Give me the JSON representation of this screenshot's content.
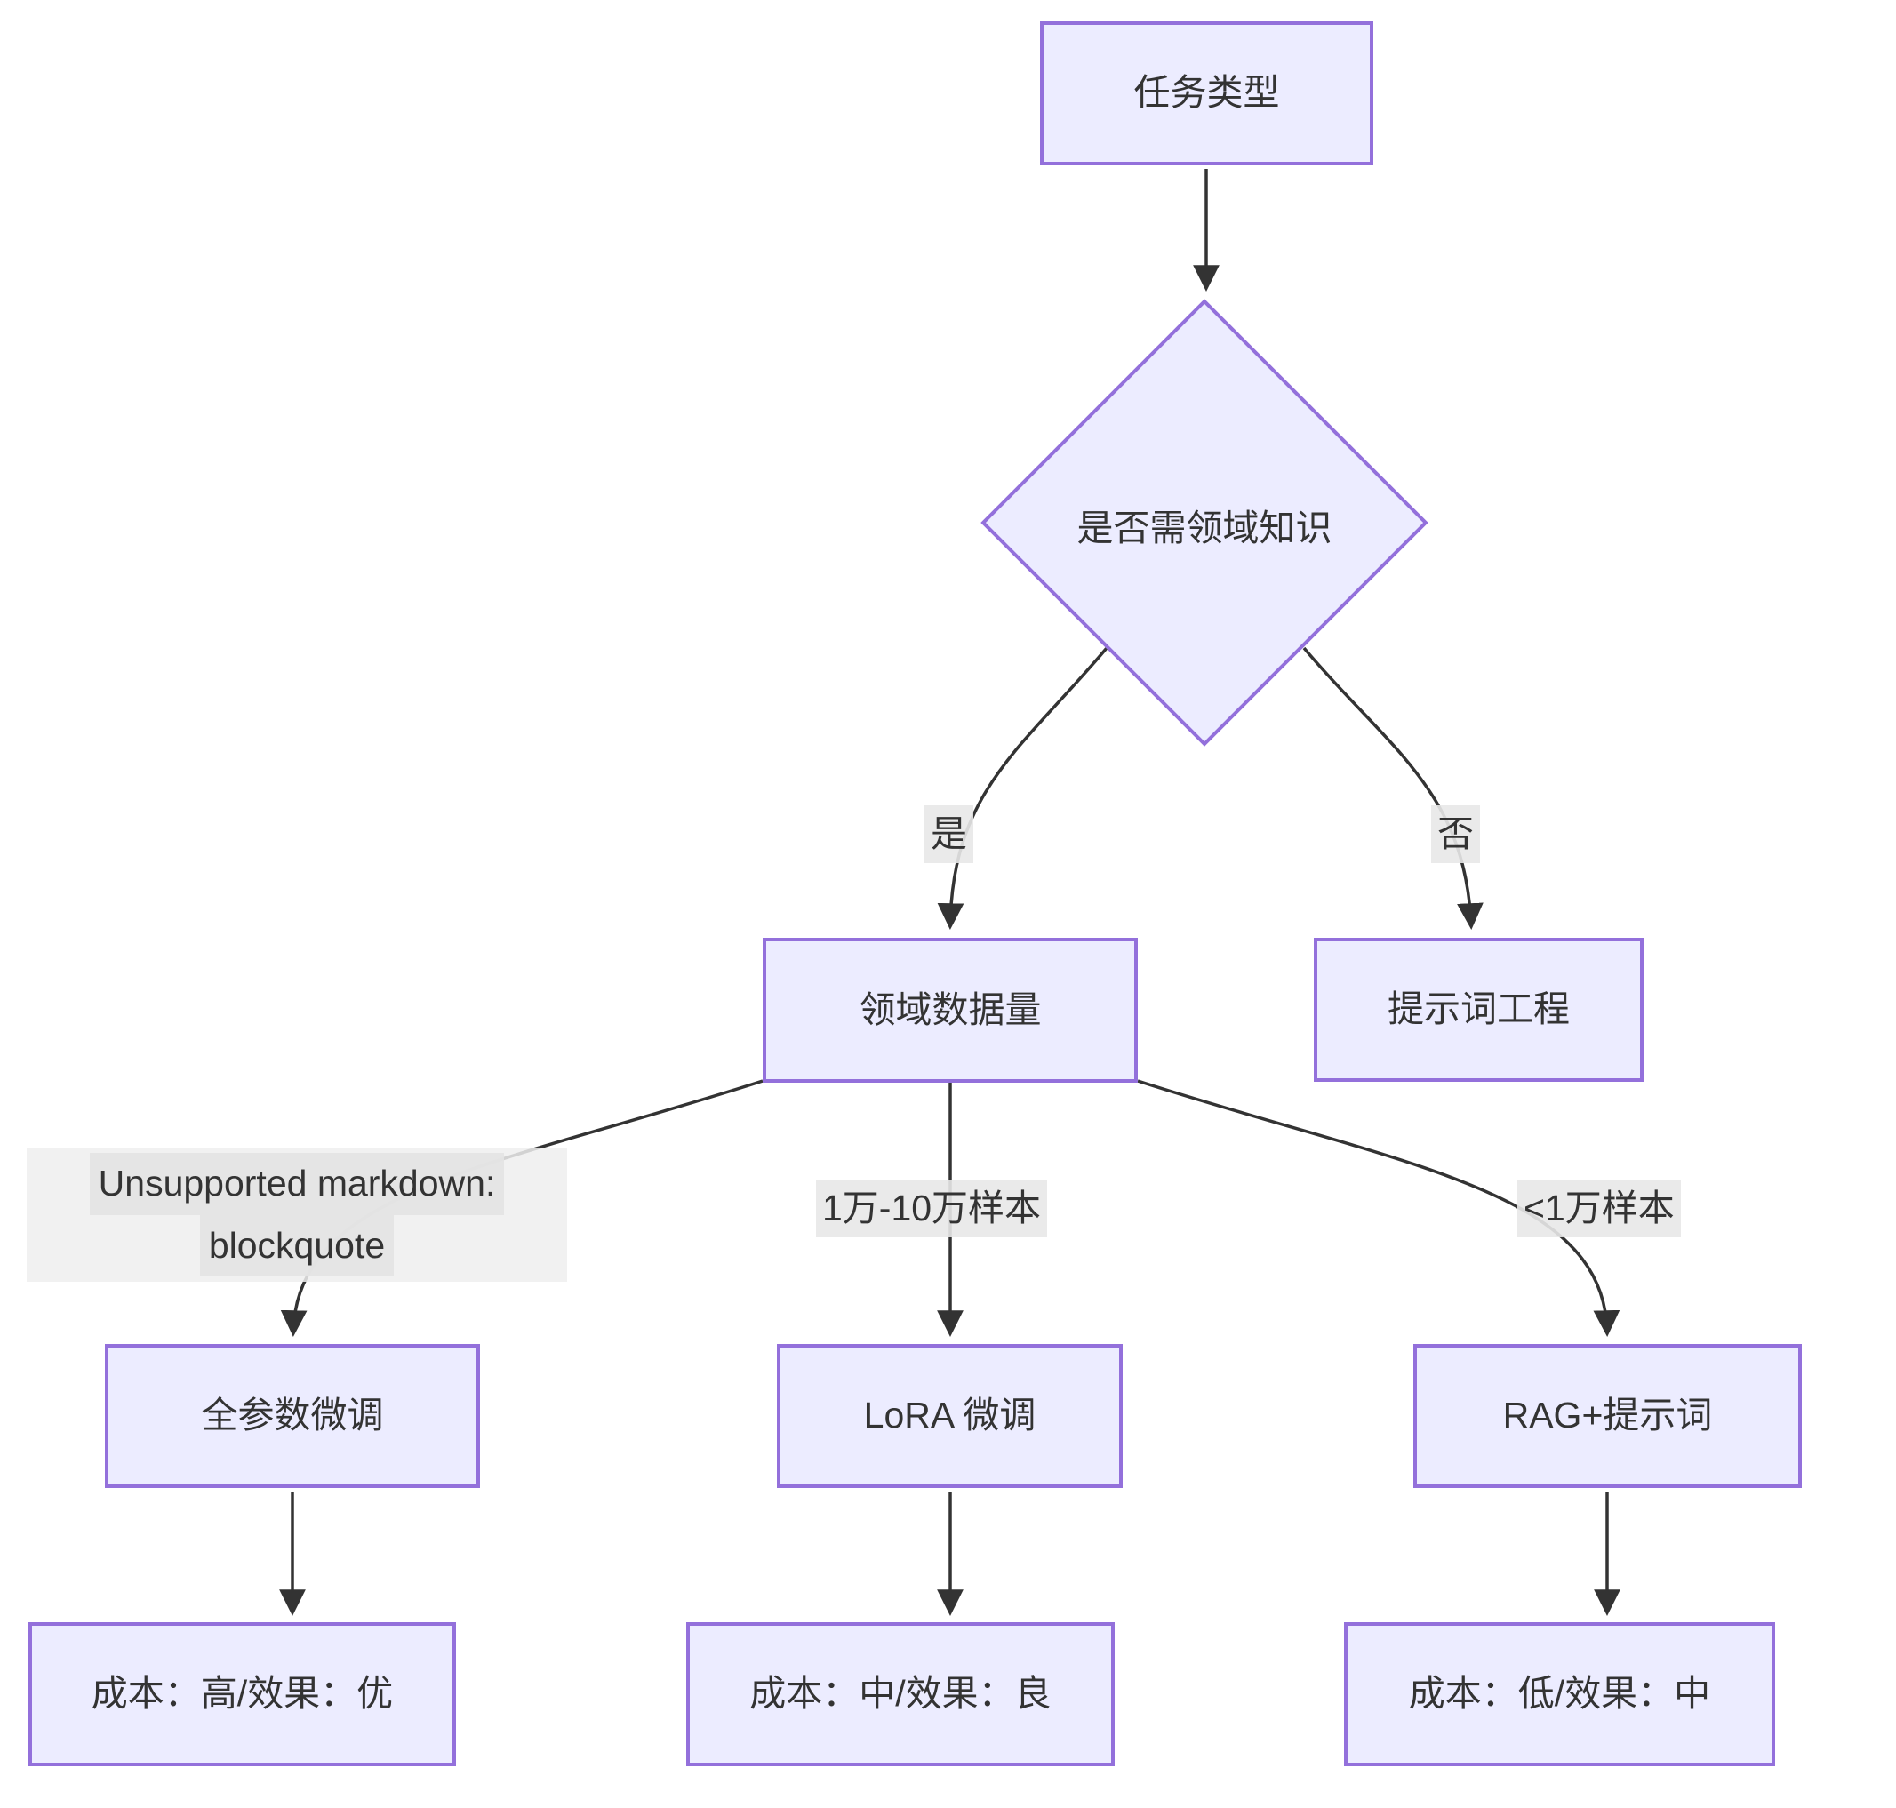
{
  "diagram": {
    "type": "flowchart-decision-tree",
    "nodes": {
      "task_type": {
        "label": "任务类型",
        "shape": "rect"
      },
      "need_domain": {
        "label": "是否需领域知识",
        "shape": "diamond"
      },
      "domain_data": {
        "label": "领域数据量",
        "shape": "rect"
      },
      "prompt_eng": {
        "label": "提示词工程",
        "shape": "rect"
      },
      "full_ft": {
        "label": "全参数微调",
        "shape": "rect"
      },
      "lora_ft": {
        "label": "LoRA 微调",
        "shape": "rect"
      },
      "rag_prompt": {
        "label": "RAG+提示词",
        "shape": "rect"
      },
      "cost_high": {
        "label": "成本：高/效果：优",
        "shape": "rect"
      },
      "cost_mid": {
        "label": "成本：中/效果：良",
        "shape": "rect"
      },
      "cost_low": {
        "label": "成本：低/效果：中",
        "shape": "rect"
      }
    },
    "edge_labels": {
      "yes": "是",
      "no": "否",
      "unsupported_line1": "Unsupported markdown:",
      "unsupported_line2": "blockquote",
      "mid_samples": "1万-10万样本",
      "small_samples": "<1万样本"
    },
    "colors": {
      "node_fill": "#ECECFF",
      "node_border": "#9370DB",
      "edge_stroke": "#333333",
      "edge_label_bg": "#e8e8e8",
      "text": "#333333",
      "background": "#ffffff"
    }
  }
}
